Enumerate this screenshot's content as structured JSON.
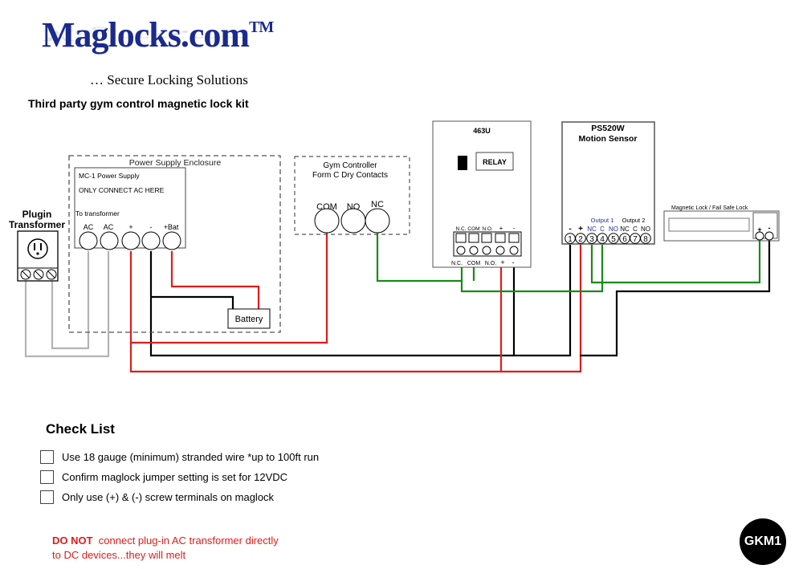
{
  "logo": {
    "name": "Maglocks.com",
    "trademark": "TM",
    "tagline": "… Secure Locking Solutions"
  },
  "title": "Third party gym control magnetic lock kit",
  "transformer": {
    "label_line1": "Plugin",
    "label_line2": "Transformer"
  },
  "psu": {
    "enclosure_label": "Power Supply Enclosure",
    "board_name": "MC-1 Power Supply",
    "board_note": "ONLY CONNECT AC HERE",
    "to_transformer": "To transformer",
    "terminals": [
      "AC",
      "AC",
      "+",
      "-",
      "+Bat"
    ],
    "battery_label": "Battery"
  },
  "gym_controller": {
    "title_line1": "Gym Controller",
    "title_line2": "Form C Dry Contacts",
    "terminals": [
      "COM",
      "NO",
      "NC"
    ]
  },
  "relay_unit": {
    "model": "463U",
    "relay_label": "RELAY",
    "top_labels": [
      "N.C.",
      "COM",
      "N.O.",
      "+",
      "-"
    ],
    "bottom_labels": [
      "N.C.",
      "COM",
      "N.O.",
      "+",
      "-"
    ]
  },
  "motion_sensor": {
    "model": "PS520W",
    "type": "Motion Sensor",
    "output1": "Output 1",
    "output2": "Output 2",
    "pin_labels": [
      "-",
      "+",
      "NC",
      "C",
      "NO",
      "NC",
      "C",
      "NO"
    ],
    "pin_numbers": [
      "1",
      "2",
      "3",
      "4",
      "5",
      "6",
      "7",
      "8"
    ]
  },
  "maglock": {
    "label": "Magnetic Lock / Fail Safe Lock",
    "terminals": [
      "+",
      "-"
    ]
  },
  "checklist": {
    "title": "Check List",
    "items": [
      "Use 18 gauge (minimum) stranded wire *up to 100ft run",
      "Confirm maglock jumper setting is set for 12VDC",
      "Only use (+) & (-) screw terminals on maglock"
    ]
  },
  "warning": {
    "bold": "DO NOT",
    "line1_rest": "  connect plug-in AC transformer directly",
    "line2": "to DC devices...they will melt"
  },
  "badge": "GKM1",
  "colors": {
    "red_wire": "#e01b1b",
    "black_wire": "#000000",
    "green_wire": "#1a8a1a",
    "gray_wire": "#b4b4b4",
    "logo_blue": "#1b2a8c"
  }
}
